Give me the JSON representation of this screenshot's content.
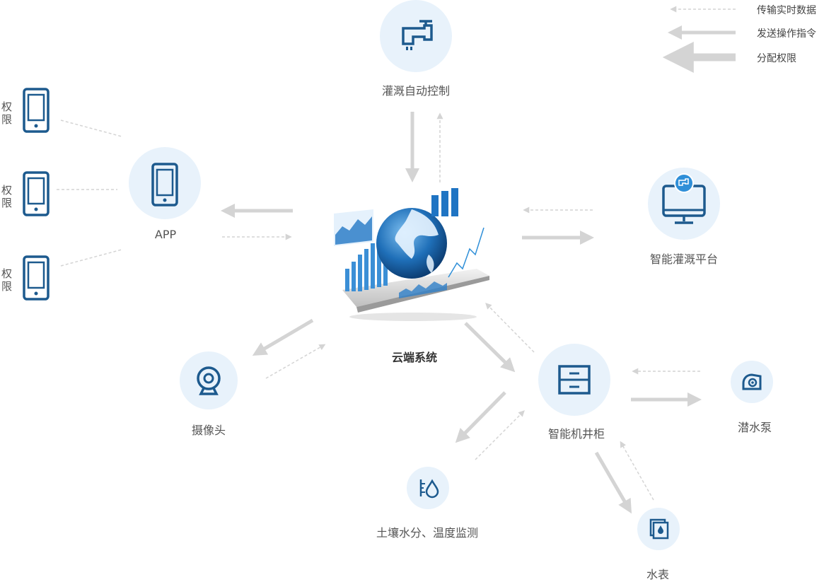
{
  "legend": {
    "items": [
      {
        "style": "dashed",
        "label": "传输实时数据"
      },
      {
        "style": "thin",
        "label": "发送操作指令"
      },
      {
        "style": "thick",
        "label": "分配权限"
      }
    ]
  },
  "nodes": {
    "irrigation": "灌溉自动控制",
    "app": "APP",
    "platform": "智能灌溉平台",
    "cloud": "云端系统",
    "camera": "摄像头",
    "cabinet": "智能机井柜",
    "pump": "潜水泵",
    "soil": "土壤水分、温度监测",
    "meter": "水表"
  },
  "phones": [
    {
      "label": "权限"
    },
    {
      "label": "权限"
    },
    {
      "label": "权限"
    }
  ],
  "colors": {
    "icon": "#1d5a8e",
    "circle": "#e8f2fb",
    "arrow": "#d4d4d4",
    "accent": "#2f8fd8"
  }
}
